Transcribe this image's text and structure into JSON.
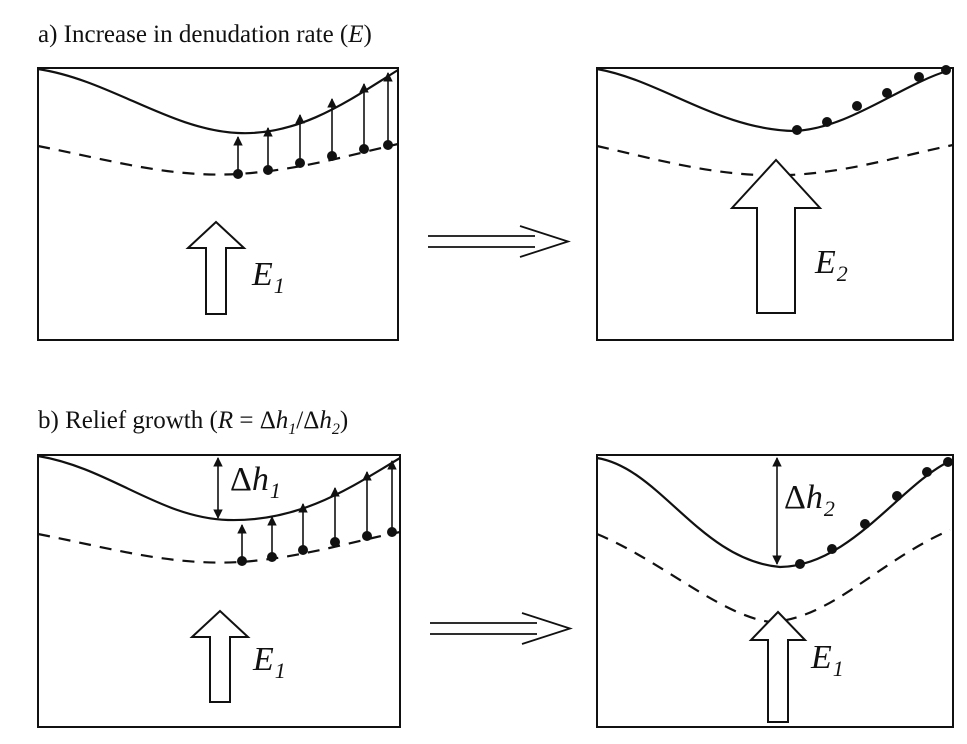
{
  "panels": {
    "a": {
      "title_prefix": "a) Increase in denudation rate (",
      "title_var": "E",
      "title_suffix": ")",
      "left_label": {
        "main": "E",
        "sub": "1"
      },
      "right_label": {
        "main": "E",
        "sub": "2"
      }
    },
    "b": {
      "title_prefix": "b) Relief growth (",
      "title_r": "R",
      "title_eq": " = Δ",
      "title_h1": "h",
      "title_h1_sub": "1",
      "title_slash": "/Δ",
      "title_h2": "h",
      "title_h2_sub": "2",
      "title_suffix": ")",
      "left_delta": {
        "delta": "Δ",
        "main": "h",
        "sub": "1"
      },
      "right_delta": {
        "delta": "Δ",
        "main": "h",
        "sub": "2"
      },
      "left_label": {
        "main": "E",
        "sub": "1"
      },
      "right_label": {
        "main": "E",
        "sub": "1"
      }
    }
  },
  "colors": {
    "ink": "#111111",
    "background": "#ffffff"
  }
}
